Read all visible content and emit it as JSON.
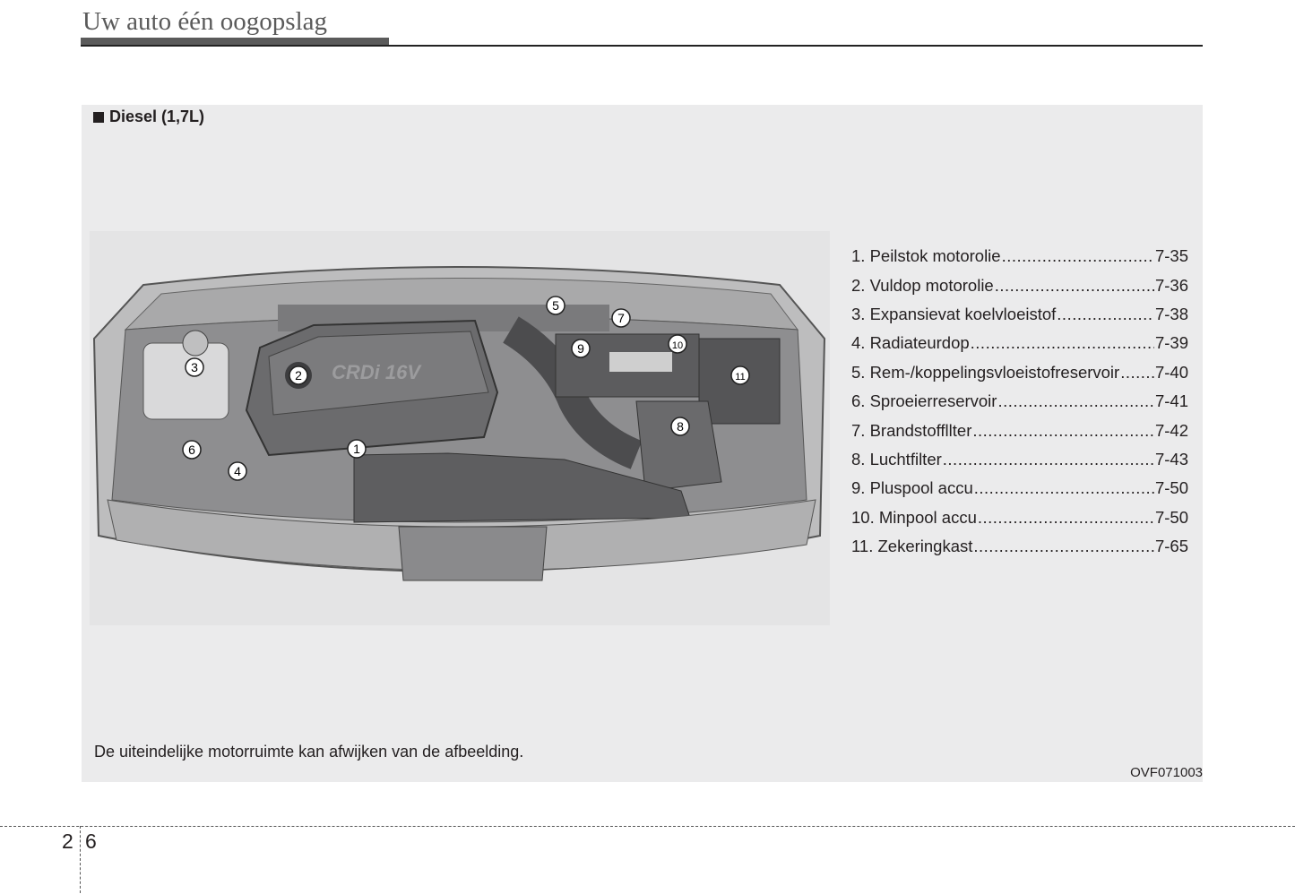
{
  "header": {
    "title": "Uw auto één oogopslag"
  },
  "section": {
    "bullet_icon": "square-bullet",
    "label": "Diesel (1,7L)"
  },
  "figure": {
    "engine_badge": "CRDi 16V",
    "callouts": [
      "1",
      "2",
      "3",
      "4",
      "5",
      "6",
      "7",
      "8",
      "9",
      "10",
      "11"
    ],
    "note": "De uiteindelijke motorruimte kan afwijken van de afbeelding.",
    "code": "OVF071003"
  },
  "legend": [
    {
      "label": "1. Peilstok motorolie",
      "page": "7-35"
    },
    {
      "label": "2. Vuldop motorolie",
      "page": "7-36"
    },
    {
      "label": "3. Expansievat koelvloeistof",
      "page": "7-38"
    },
    {
      "label": "4. Radiateurdop",
      "page": "7-39"
    },
    {
      "label": "5. Rem-/koppelingsvloeistofreservoir",
      "page": "7-40"
    },
    {
      "label": "6. Sproeierreservoir",
      "page": "7-41"
    },
    {
      "label": "7. Brandstoffllter",
      "page": "7-42"
    },
    {
      "label": "8. Luchtfilter",
      "page": "7-43"
    },
    {
      "label": "9. Pluspool accu",
      "page": "7-50"
    },
    {
      "label": "10. Minpool accu",
      "page": "7-50"
    },
    {
      "label": "11. Zekeringkast",
      "page": "7-65"
    }
  ],
  "footer": {
    "chapter": "2",
    "page": "6"
  }
}
